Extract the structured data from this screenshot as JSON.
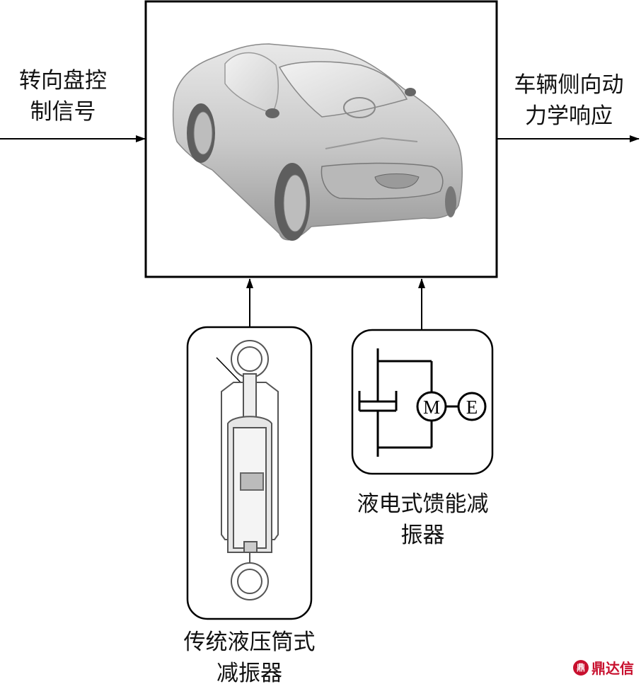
{
  "input_label": [
    "转向盘控",
    "制信号"
  ],
  "output_label": [
    "车辆侧向动",
    "力学响应"
  ],
  "vehicle_block": {
    "icon": "car-icon"
  },
  "hydraulic_damper": {
    "label": [
      "传统液压筒式",
      "减振器"
    ],
    "icon": "shock-absorber-icon"
  },
  "energy_regen_damper": {
    "label": [
      "液电式馈能减",
      "振器"
    ],
    "motor_symbol": "M",
    "generator_symbol": "E"
  },
  "watermark": {
    "text": "鼎达信",
    "logo": "鼎"
  },
  "colors": {
    "line": "#000000",
    "background": "#ffffff",
    "watermark": "#c8102e"
  }
}
